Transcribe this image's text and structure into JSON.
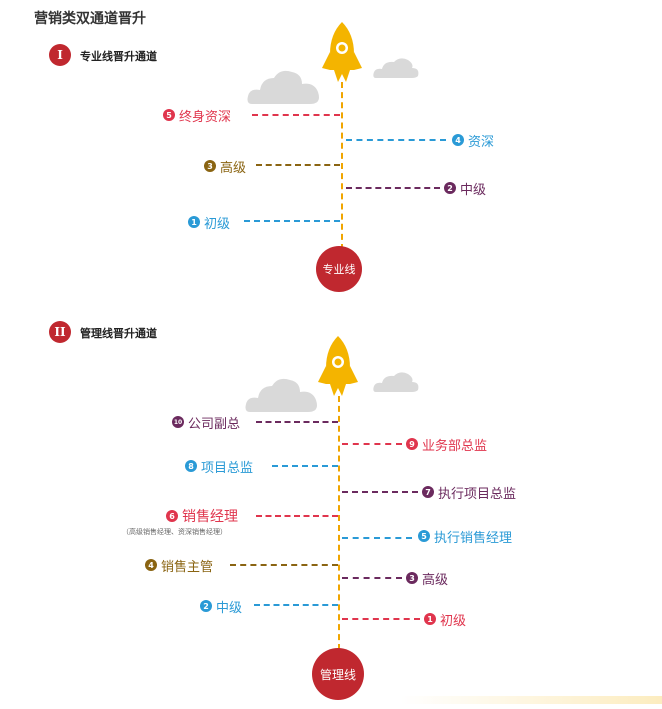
{
  "title": "营销类双通道晋升",
  "colors": {
    "red": "#e0354d",
    "blue": "#2a9ad6",
    "brown": "#8a6412",
    "purple": "#6b2a5e",
    "badge": "#c0282f",
    "rocket": "#f4b400",
    "cloud": "#d9d9d9"
  },
  "section1": {
    "badge": "I",
    "label": "专业线晋升通道",
    "base_label": "专业线",
    "items": [
      {
        "num": "5",
        "label": "终身资深",
        "color": "red"
      },
      {
        "num": "4",
        "label": "资深",
        "color": "blue"
      },
      {
        "num": "3",
        "label": "高级",
        "color": "brown"
      },
      {
        "num": "2",
        "label": "中级",
        "color": "purple"
      },
      {
        "num": "1",
        "label": "初级",
        "color": "blue"
      }
    ]
  },
  "section2": {
    "badge": "II",
    "label": "管理线晋升通道",
    "base_label": "管理线",
    "items": [
      {
        "num": "10",
        "label": "公司副总",
        "color": "purple"
      },
      {
        "num": "9",
        "label": "业务部总监",
        "color": "red"
      },
      {
        "num": "8",
        "label": "项目总监",
        "color": "blue"
      },
      {
        "num": "7",
        "label": "执行项目总监",
        "color": "purple"
      },
      {
        "num": "6",
        "label": "销售经理",
        "color": "red",
        "note": "（高级销售经理、资深销售经理）"
      },
      {
        "num": "5",
        "label": "执行销售经理",
        "color": "blue"
      },
      {
        "num": "4",
        "label": "销售主管",
        "color": "brown"
      },
      {
        "num": "3",
        "label": "高级",
        "color": "purple"
      },
      {
        "num": "2",
        "label": "中级",
        "color": "blue"
      },
      {
        "num": "1",
        "label": "初级",
        "color": "red"
      }
    ]
  }
}
